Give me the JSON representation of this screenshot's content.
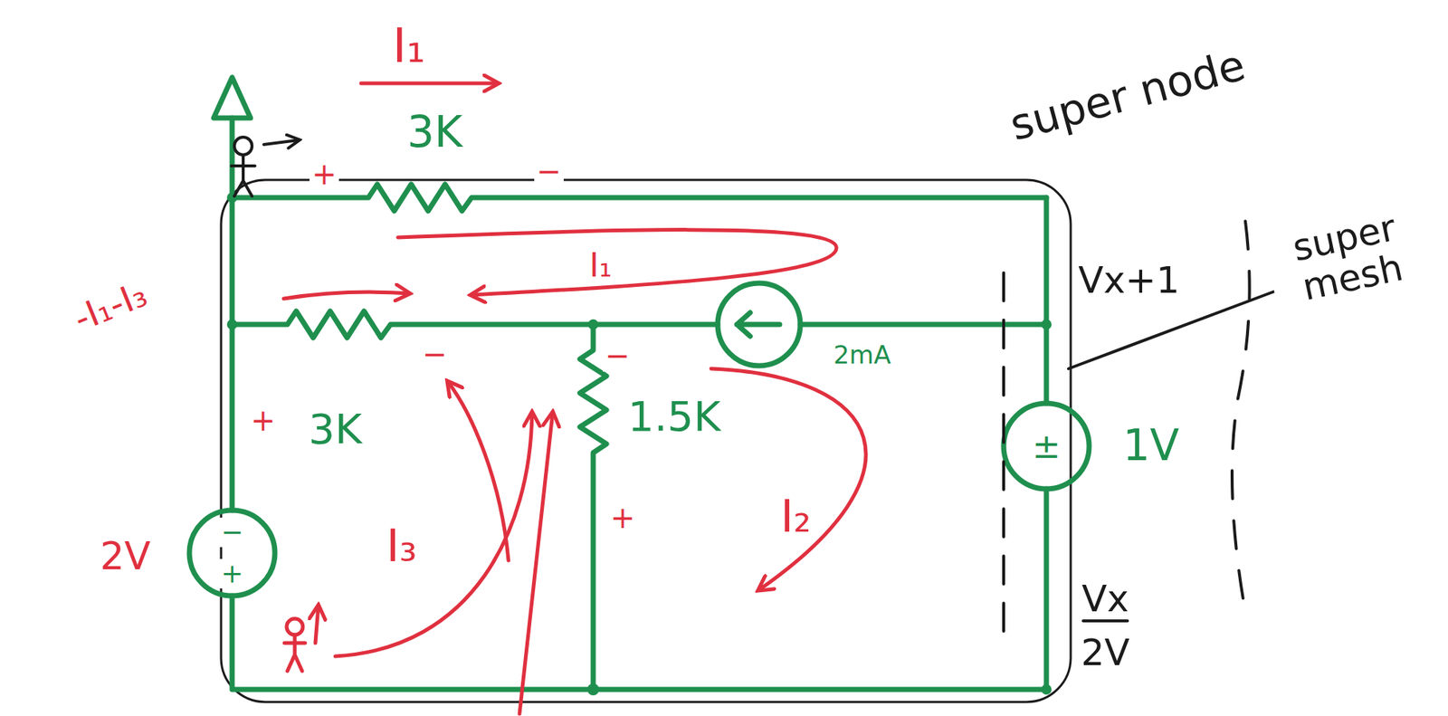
{
  "diagram": {
    "labels": [
      "I₁",
      "3K",
      "+",
      "−",
      "I₁",
      "-I₁-I₃",
      "+",
      "3K",
      "−",
      "−",
      "1.5K",
      "+",
      "2mA",
      "I₂",
      "I₃",
      "−",
      "+",
      "2V",
      "±",
      "1V",
      "Vx+1",
      "Vx",
      "2V",
      "super node",
      "super mesh"
    ]
  }
}
